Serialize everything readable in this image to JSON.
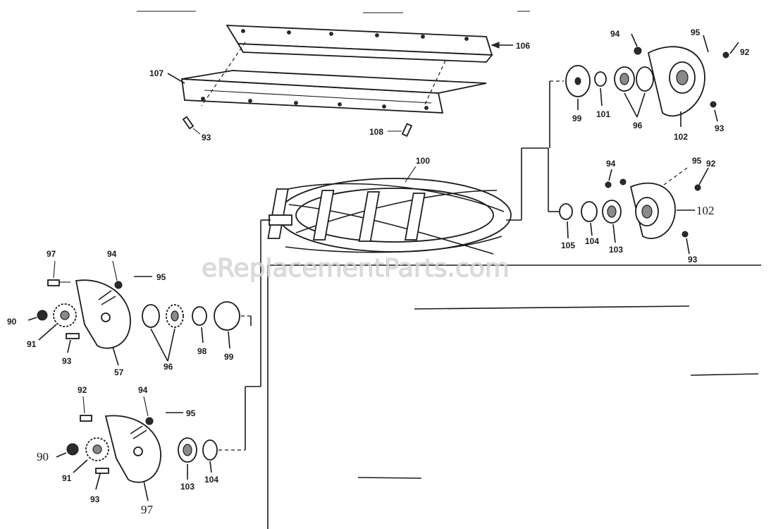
{
  "watermark": "eReplacementParts.com",
  "colors": {
    "ink": "#1a1a1a",
    "paper": "#ffffff",
    "watermark": "#d9d9d9"
  },
  "callouts": {
    "top_blades": {
      "p106": "106",
      "p107": "107",
      "p93": "93",
      "p108": "108"
    },
    "reel": {
      "p100": "100"
    },
    "upper_right": {
      "p94": "94",
      "p95": "95",
      "p92": "92",
      "p99": "99",
      "p101": "101",
      "p96": "96",
      "p102": "102",
      "p93": "93"
    },
    "middle_right": {
      "p94": "94",
      "p95": "95",
      "p92": "92",
      "p105": "105",
      "p104": "104",
      "p103": "103",
      "p102": "102",
      "p93": "93"
    },
    "left_upper": {
      "p97": "97",
      "p94": "94",
      "p95": "95",
      "p90": "90",
      "p91": "91",
      "p93": "93",
      "p57": "57",
      "p96": "96",
      "p98": "98",
      "p99": "99"
    },
    "left_lower": {
      "p92": "92",
      "p94": "94",
      "p95": "95",
      "p90": "90",
      "p91": "91",
      "p93": "93",
      "p97": "97",
      "p103": "103",
      "p104": "104"
    }
  }
}
